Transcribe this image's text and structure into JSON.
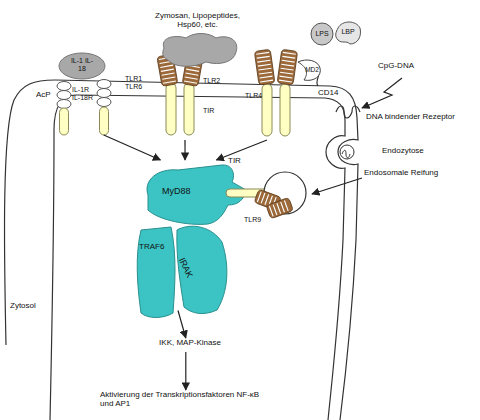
{
  "diagram": {
    "nodes": [
      {
        "text": [
          "IL-1 IL-18"
        ]
      },
      {
        "text": [
          "IL-1R IL-18R"
        ]
      },
      {
        "text": [
          "Zymosan, Lipopeptides, Hsp60, etc."
        ]
      },
      {
        "text": [
          "TLR1 TLR6",
          "TLR2",
          "TIR"
        ]
      },
      {
        "text": [
          "LPS"
        ]
      },
      {
        "text": [
          "LBP"
        ]
      },
      {
        "text": [
          "MD2"
        ]
      },
      {
        "text": [
          "TLR4"
        ]
      },
      {
        "text": [
          "TLR9"
        ]
      },
      {
        "text": [
          "MyD88"
        ]
      },
      {
        "text": [
          "TRAF6"
        ]
      },
      {
        "text": [
          "IRAK"
        ]
      },
      {
        "text": [
          "IKK, MAP-Kinase"
        ]
      },
      {
        "text": [
          "Aktivierung der Transkriptionsfaktoren NF-κB und AP1"
        ]
      }
    ],
    "edges": [
      {
        "from": 1,
        "to": 9,
        "arrow": "to"
      },
      {
        "from": 3,
        "to": 9,
        "arrow": "to"
      },
      {
        "from": 7,
        "to": 9,
        "arrow": "to"
      },
      {
        "from": 10,
        "to": 12,
        "arrow": "to"
      },
      {
        "from": 12,
        "to": 13,
        "arrow": "to"
      }
    ],
    "labels": [
      "AcP",
      "CD14",
      "CpG-DNA",
      "DNA bindender Rezeptor",
      "Endozytose",
      "Endosomale Reifung",
      "Zytosol",
      "TIR"
    ]
  }
}
